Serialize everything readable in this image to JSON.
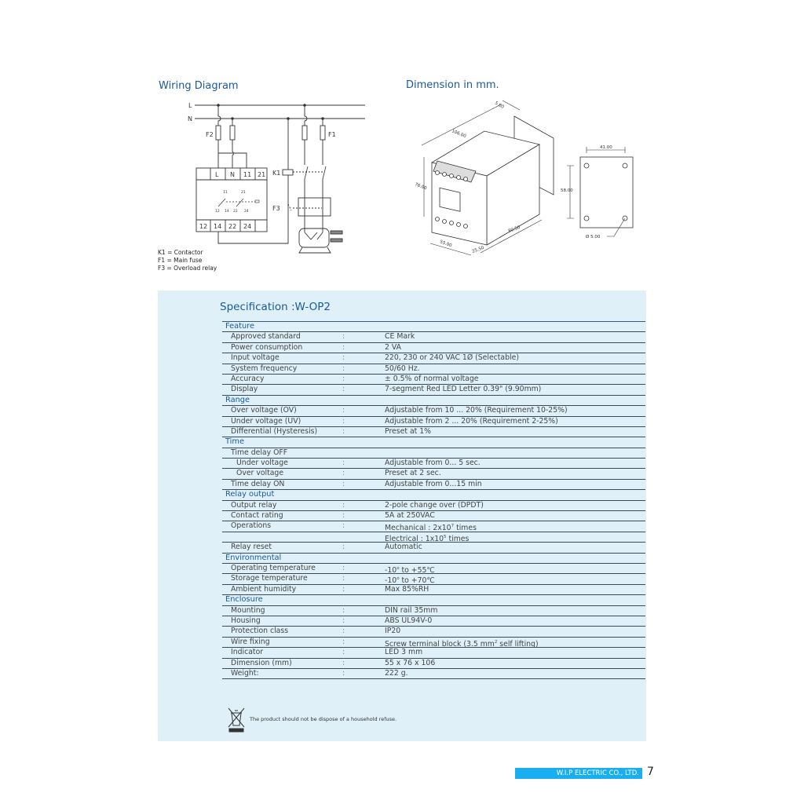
{
  "wiring": {
    "title": "Wiring Diagram",
    "labels": {
      "L": "L",
      "N": "N",
      "F1": "F1",
      "F2": "F2",
      "K1": "K1",
      "F3": "F3"
    },
    "top_terminals": [
      "L",
      "N",
      "11",
      "21"
    ],
    "bottom_terminals": [
      "12",
      "14",
      "22",
      "24"
    ],
    "contact_top": [
      "11",
      "21"
    ],
    "contact_bottom": [
      "12",
      "14",
      "22",
      "24"
    ],
    "legend": [
      "K1 = Contactor",
      "F1 = Main fuse",
      "F3 = Overload relay"
    ]
  },
  "dimension": {
    "title": "Dimension in mm.",
    "labels": {
      "depth": "106.00",
      "bracket": "5.00",
      "height": "76.00",
      "width": "55.00",
      "front": "25.50",
      "side": "80.50",
      "hole_w": "41.00",
      "hole_h": "58.00",
      "hole_d": "Ø 5.00"
    }
  },
  "spec": {
    "title": "Specification :W-OP2",
    "rows": [
      {
        "type": "sec",
        "label": "Feature"
      },
      {
        "label": "Approved standard",
        "value": "CE Mark"
      },
      {
        "label": "Power consumption",
        "value": "2 VA"
      },
      {
        "label": "Input voltage",
        "value": "220, 230 or 240 VAC 1Ø (Selectable)"
      },
      {
        "label": "System frequency",
        "value": "50/60 Hz."
      },
      {
        "label": "Accuracy",
        "value": "± 0.5% of normal voltage"
      },
      {
        "label": "Display",
        "value": "7-segment Red LED Letter 0.39\" (9.90mm)"
      },
      {
        "type": "sec",
        "label": "Range"
      },
      {
        "label": "Over voltage (OV)",
        "value": "Adjustable from 10 ... 20% (Requirement 10-25%)"
      },
      {
        "label": "Under voltage (UV)",
        "value": "Adjustable from 2 ... 20%  (Requirement 2-25%)"
      },
      {
        "label": "Differential (Hysteresis)",
        "value": "Preset at 1%"
      },
      {
        "type": "sec",
        "label": "Time"
      },
      {
        "label": "Time delay OFF",
        "nocolon": true
      },
      {
        "type": "ind",
        "label": "Under voltage",
        "value": "Adjustable from 0... 5 sec."
      },
      {
        "type": "ind",
        "label": "Over voltage",
        "value": "Preset at 2 sec."
      },
      {
        "label": "Time delay ON",
        "value": "Adjustable from 0...15 min"
      },
      {
        "type": "sec",
        "label": "Relay output"
      },
      {
        "label": "Output relay",
        "value": "2-pole change over (DPDT)"
      },
      {
        "label": "Contact rating",
        "value": "5A at 250VAC"
      },
      {
        "label": "Operations",
        "value": "Mechanical  : 2x10",
        "sup": "7",
        "after": " times"
      },
      {
        "label": "",
        "nocolon": true,
        "value": "Electrical     : 1x10",
        "sup": "5",
        "after": " times"
      },
      {
        "label": "Relay reset",
        "value": "Automatic"
      },
      {
        "type": "sec",
        "label": "Environmental"
      },
      {
        "label": "Operating temperature",
        "value": "-10",
        "sup": "o",
        "after": " to +55℃"
      },
      {
        "label": "Storage temperature",
        "value": "-10",
        "sup": "o",
        "after": " to +70℃"
      },
      {
        "label": "Ambient humidity",
        "value": "Max 85%RH"
      },
      {
        "type": "sec",
        "label": "Enclosure"
      },
      {
        "label": "Mounting",
        "value": "DIN rail 35mm"
      },
      {
        "label": "Housing",
        "value": "ABS UL94V-0"
      },
      {
        "label": "Protection class",
        "value": "IP20"
      },
      {
        "label": "Wire fixing",
        "value": "Screw terminal block (3.5 mm",
        "sup": "2",
        "after": " self lifting)"
      },
      {
        "label": "Indicator",
        "value": "LED 3 mm"
      },
      {
        "label": "Dimension (mm)",
        "value": "55 x 76 x 106"
      },
      {
        "label": "Weight:",
        "value": "222 g."
      }
    ],
    "colon": ":"
  },
  "disposal_note": "The product should not be dispose of a household refuse.",
  "footer": {
    "company": "W.I.P ELECTRIC CO., LTD.",
    "page": "7"
  },
  "colors": {
    "heading": "#1a5a9a",
    "panel": "#dff0f9",
    "footer": "#19aef0"
  }
}
